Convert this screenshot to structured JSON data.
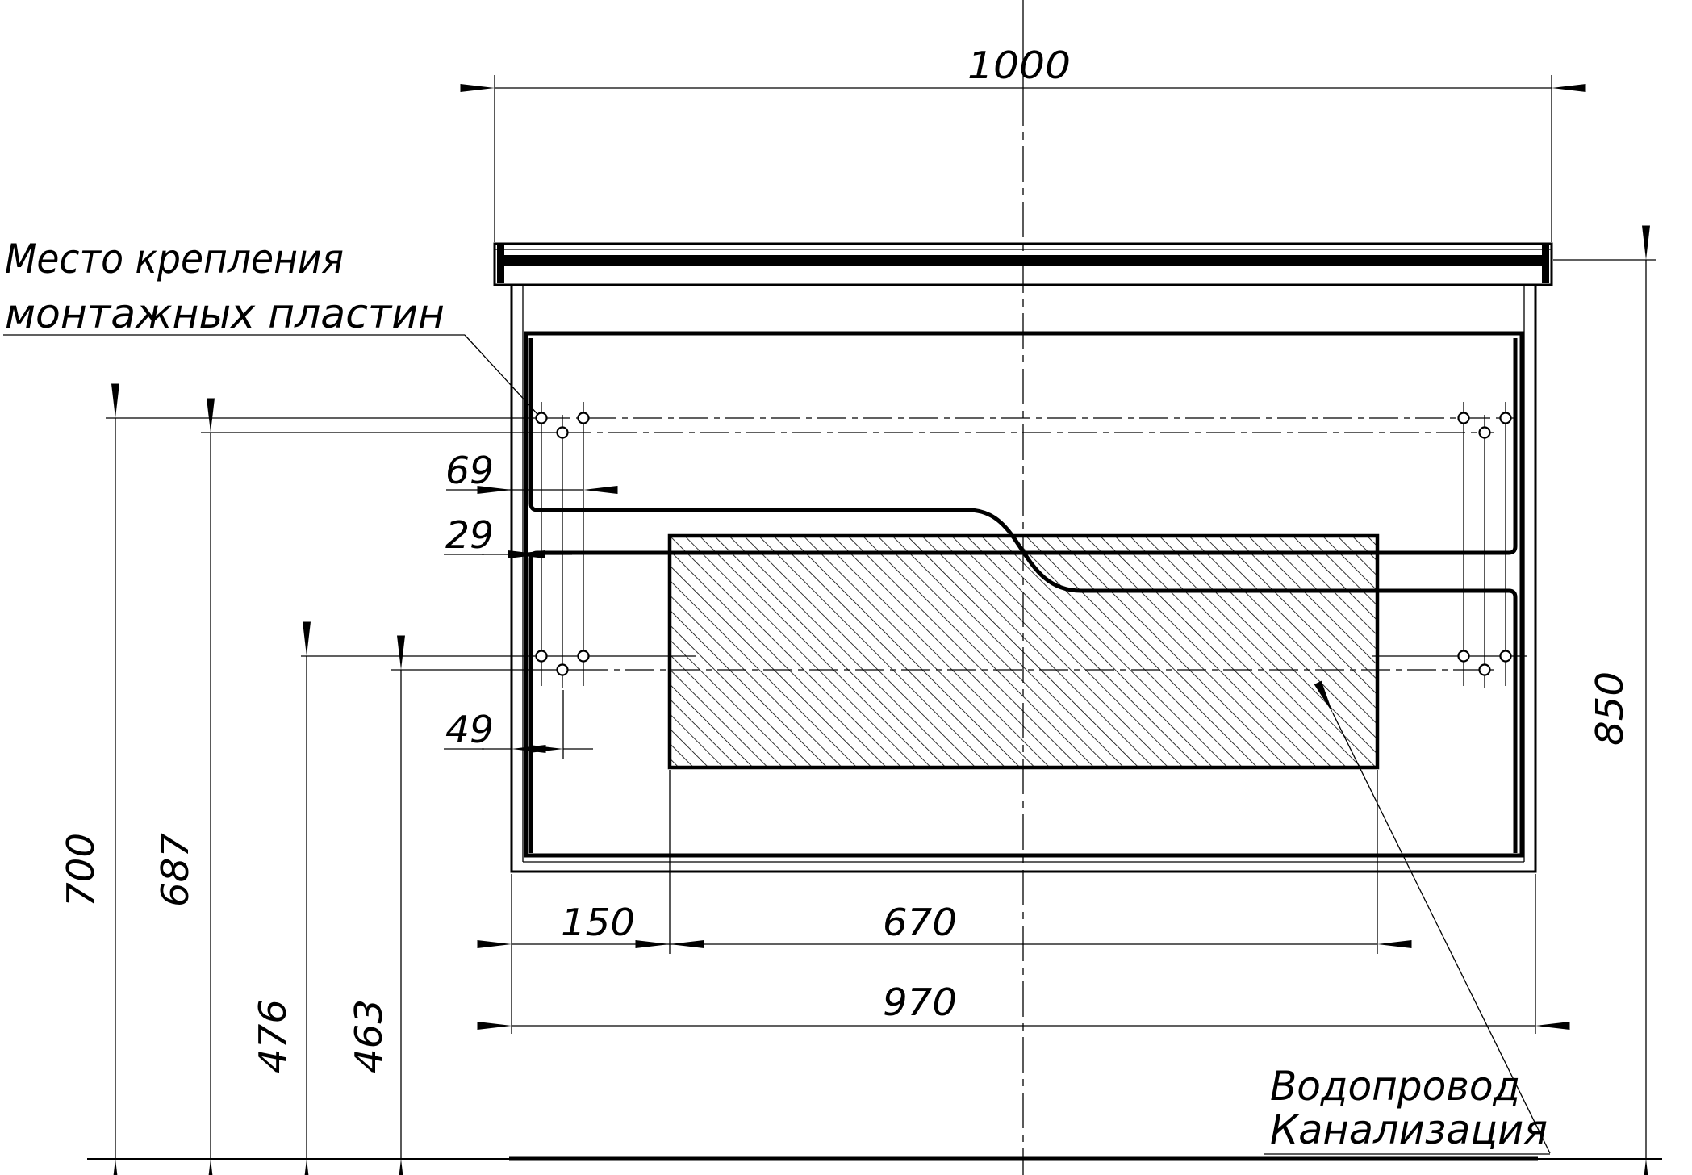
{
  "drawing": {
    "callouts": {
      "mounting": {
        "line1": "Место крепления",
        "line2": "монтажных пластин"
      },
      "plumbing": {
        "line1": "Водопровод",
        "line2": "Канализация"
      }
    },
    "dimensions_mm": {
      "overall_width": "1000",
      "overall_height": "850",
      "body_width": "970",
      "plumbing_zone_width": "670",
      "plumbing_zone_offset": "150",
      "axis_upper_outer_height": "700",
      "axis_upper_middle_height": "687",
      "axis_lower_outer_height": "476",
      "axis_lower_middle_height": "463",
      "hole_outer_offset": "69",
      "hole_middle_offset": "49",
      "hole_inner_offset": "29"
    }
  }
}
